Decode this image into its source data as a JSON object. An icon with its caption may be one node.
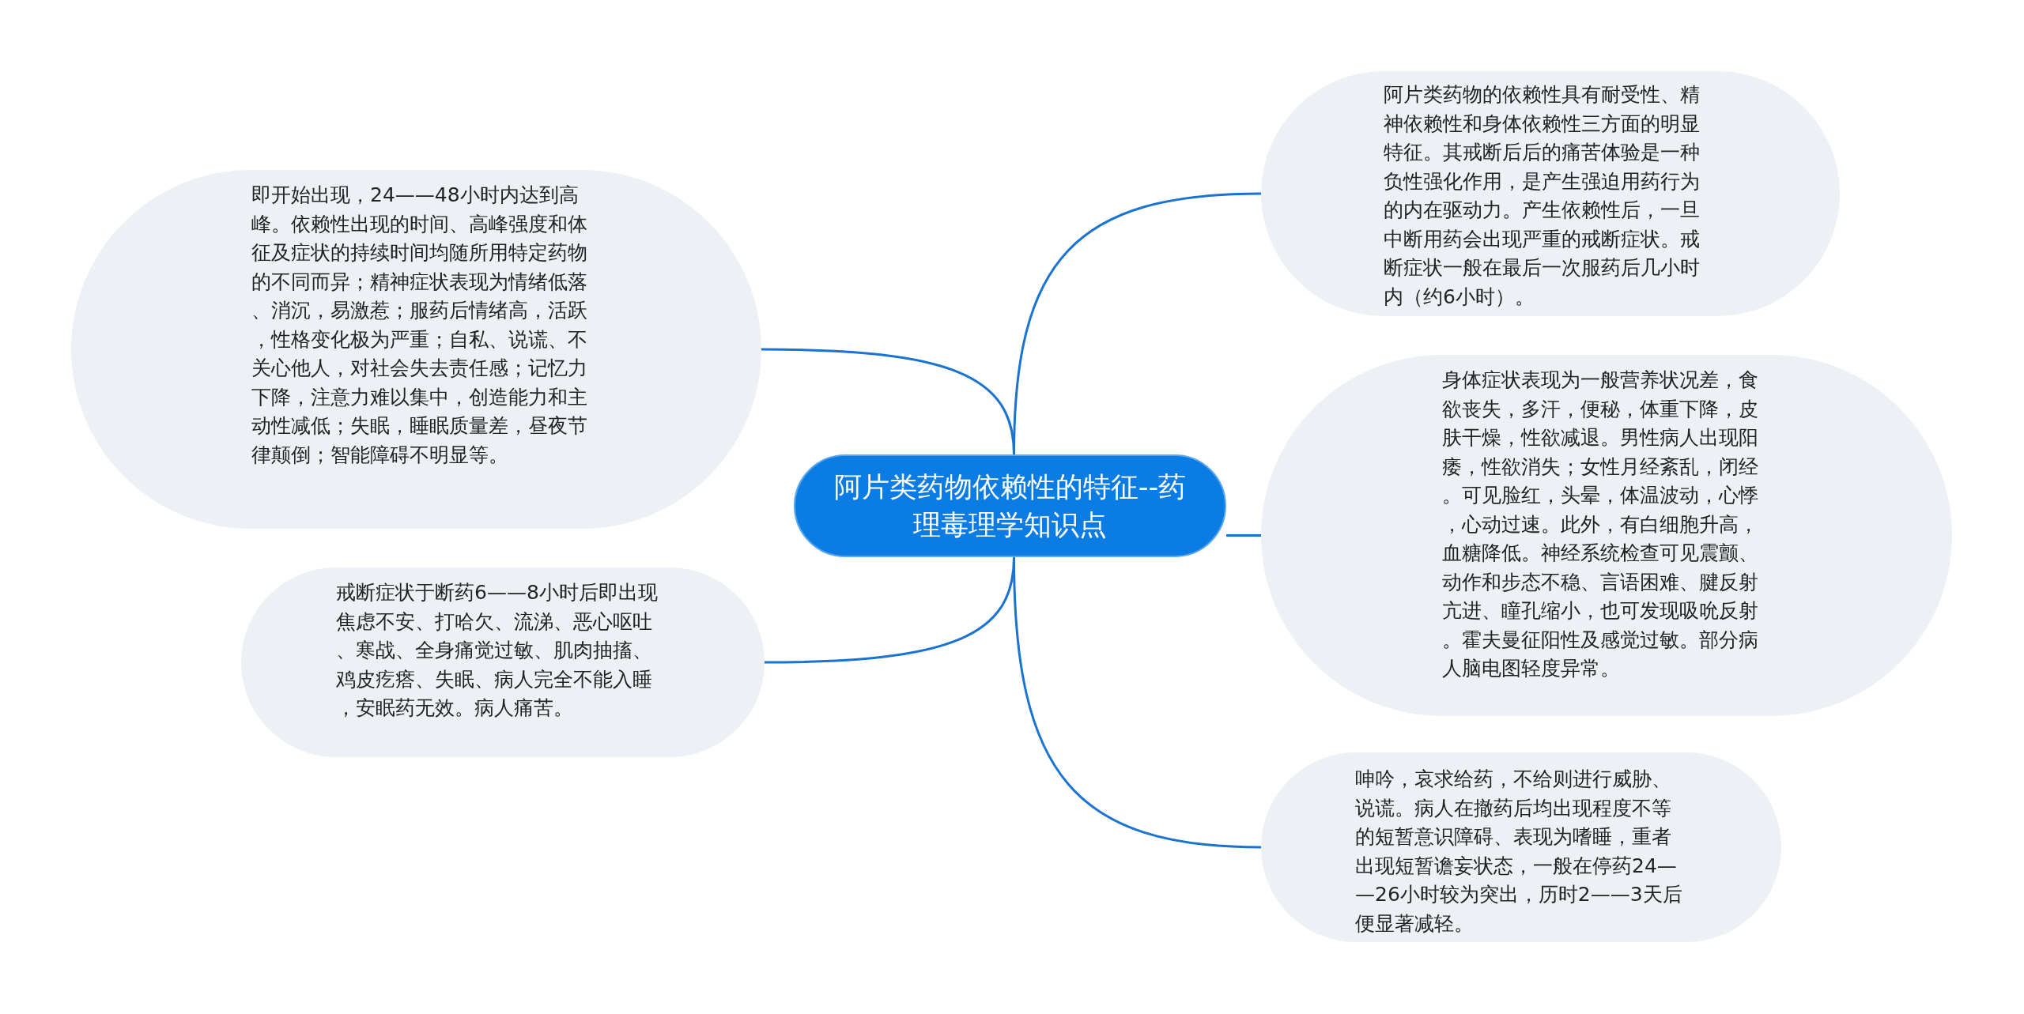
{
  "diagram": {
    "nodes": [
      {
        "text": [
          "阿片类药物依赖性的特征--药理毒理学知识点"
        ]
      },
      {
        "text": [
          "阿片类药物的依赖性具有耐受性、精神依赖性和身体依赖性三方面的明显特征。其戒断后后的痛苦体验是一种负性强化作用，是产生强迫用药行为的内在驱动力。产生依赖性后，一旦中断用药会出现严重的戒断症状。戒断症状一般在最后一次服药后几小时内（约6小时）。"
        ]
      },
      {
        "text": [
          "身体症状表现为一般营养状况差，食欲丧失，多汗，便秘，体重下降，皮肤干燥，性欲减退。男性病人出现阳痿，性欲消失；女性月经紊乱，闭经。可见脸红，头晕，体温波动，心悸，心动过速。此外，有白细胞升高，血糖降低。神经系统检查可见震颤、动作和步态不稳、言语困难、腱反射亢进、瞳孔缩小，也可发现吸吮反射。霍夫曼征阳性及感觉过敏。部分病人脑电图轻度异常。"
        ]
      },
      {
        "text": [
          "呻吟，哀求给药，不给则进行威胁、说谎。病人在撤药后均出现程度不等的短暂意识障碍、表现为嗜睡，重者出现短暂谵妄状态，一般在停药24——26小时较为突出，历时2——3天后便显著减轻。"
        ]
      },
      {
        "text": [
          "即开始出现，24——48小时内达到高峰。依赖性出现的时间、高峰强度和体征及症状的持续时间均随所用特定药物的不同而异；精神症状表现为情绪低落、消沉，易激惹；服药后情绪高，活跃，性格变化极为严重；自私、说谎、不关心他人，对社会失去责任感；记忆力下降，注意力难以集中，创造能力和主动性减低；失眠，睡眠质量差，昼夜节律颠倒；智能障碍不明显等。"
        ]
      },
      {
        "text": [
          "戒断症状于断药6——8小时后即出现焦虑不安、打哈欠、流涕、恶心呕吐、寒战、全身痛觉过敏、肌肉抽搐、鸡皮疙瘩、失眠、病人完全不能入睡，安眠药无效。病人痛苦。"
        ]
      }
    ],
    "edges": [
      {
        "from": 0,
        "to": 1,
        "arrow": "none"
      },
      {
        "from": 0,
        "to": 2,
        "arrow": "none"
      },
      {
        "from": 0,
        "to": 3,
        "arrow": "none"
      },
      {
        "from": 0,
        "to": 4,
        "arrow": "none"
      },
      {
        "from": 0,
        "to": 5,
        "arrow": "none"
      }
    ]
  }
}
